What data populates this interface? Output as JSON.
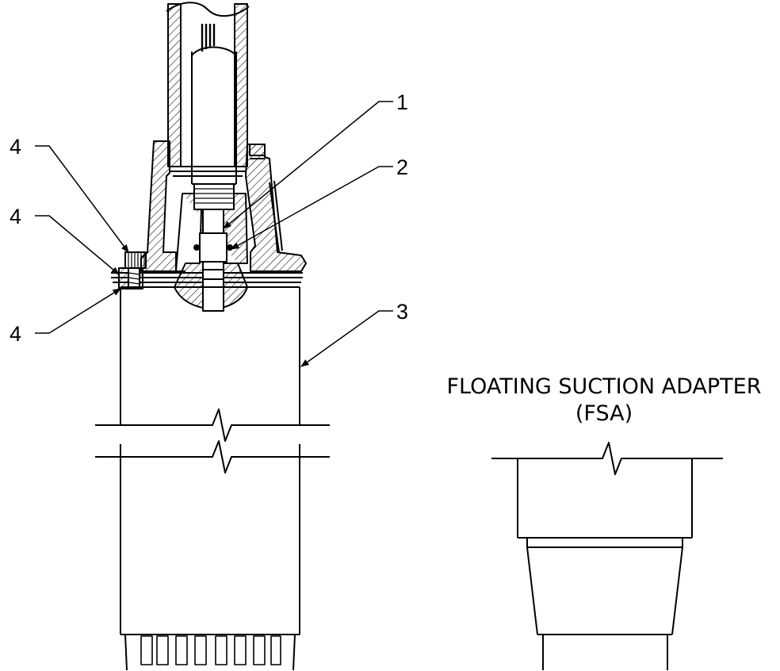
{
  "callouts": {
    "c1": "1",
    "c2": "2",
    "c3": "3",
    "c4a": "4",
    "c4b": "4",
    "c4c": "4"
  },
  "fsa": {
    "title_line1": "FLOATING SUCTION ADAPTER",
    "title_line2": "(FSA)"
  },
  "colors": {
    "line": "#000000",
    "background": "#ffffff"
  }
}
